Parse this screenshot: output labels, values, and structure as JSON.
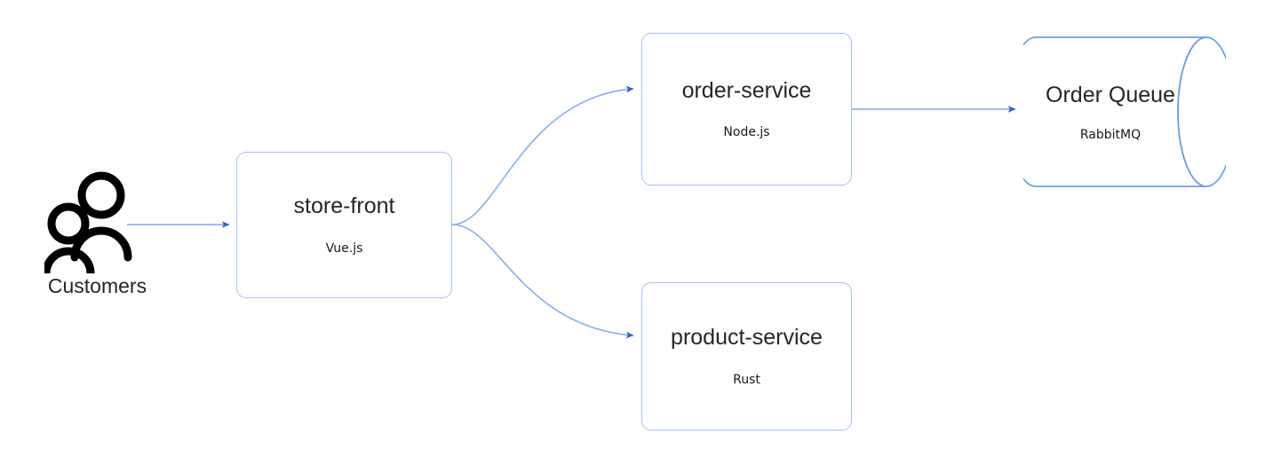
{
  "diagram": {
    "background": "#ffffff",
    "node_border_color": "#a5c1ef",
    "edge_line_color": "#8fb4ec",
    "arrowhead_color": "#2a64cd",
    "text_color": "#262626",
    "actor": {
      "icon": "two-people-icon",
      "label": "Customers"
    },
    "nodes": [
      {
        "id": "store-front",
        "shape": "rounded-rectangle",
        "title": "store-front",
        "subtitle": "Vue.js"
      },
      {
        "id": "order-service",
        "shape": "rounded-rectangle",
        "title": "order-service",
        "subtitle": "Node.js"
      },
      {
        "id": "product-service",
        "shape": "rounded-rectangle",
        "title": "product-service",
        "subtitle": "Rust"
      },
      {
        "id": "order-queue",
        "shape": "cylinder",
        "title": "Order Queue",
        "subtitle": "RabbitMQ"
      }
    ],
    "edges": [
      {
        "id": "customers-to-store-front",
        "from": "Customers",
        "to": "store-front",
        "style": "straight-arrow"
      },
      {
        "id": "store-front-to-order-service",
        "from": "store-front",
        "to": "order-service",
        "style": "curved-arrow"
      },
      {
        "id": "store-front-to-product-service",
        "from": "store-front",
        "to": "product-service",
        "style": "curved-arrow"
      },
      {
        "id": "order-service-to-order-queue",
        "from": "order-service",
        "to": "Order Queue",
        "style": "straight-arrow"
      }
    ]
  }
}
